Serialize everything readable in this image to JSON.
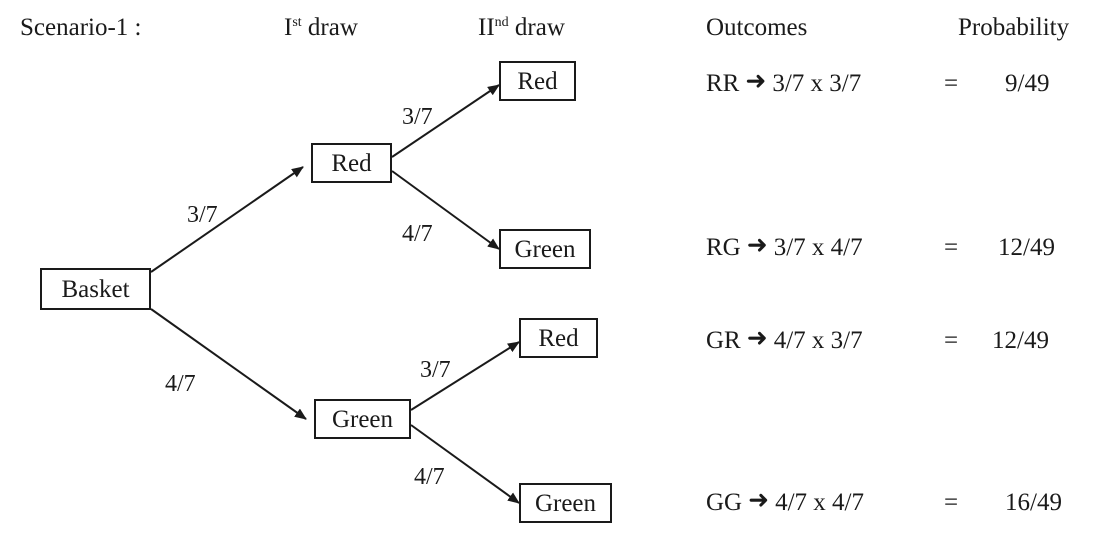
{
  "headers": {
    "scenario": "Scenario-1 :",
    "first_draw_base": "I",
    "first_draw_sup": "st",
    "first_draw_rest": " draw",
    "second_draw_base": "II",
    "second_draw_sup": "nd",
    "second_draw_rest": " draw",
    "outcomes": "Outcomes",
    "probability": "Probability"
  },
  "nodes": {
    "basket": "Basket",
    "first_red": "Red",
    "first_green": "Green",
    "rr_red": "Red",
    "rg_green": "Green",
    "gr_red": "Red",
    "gg_green": "Green"
  },
  "edge_labels": {
    "basket_red": "3/7",
    "basket_green": "4/7",
    "red_red": "3/7",
    "red_green": "4/7",
    "green_red": "3/7",
    "green_green": "4/7"
  },
  "outcomes": [
    {
      "code": "RR",
      "expr": "3/7 x 3/7",
      "eq": "=",
      "prob": "9/49"
    },
    {
      "code": "RG",
      "expr": "3/7 x 4/7",
      "eq": "=",
      "prob": "12/49"
    },
    {
      "code": "GR",
      "expr": "4/7 x 3/7",
      "eq": "=",
      "prob": "12/49"
    },
    {
      "code": "GG",
      "expr": "4/7 x 4/7",
      "eq": "=",
      "prob": "16/49"
    }
  ],
  "colors": {
    "ink": "#1a1a1a",
    "background": "#ffffff"
  }
}
